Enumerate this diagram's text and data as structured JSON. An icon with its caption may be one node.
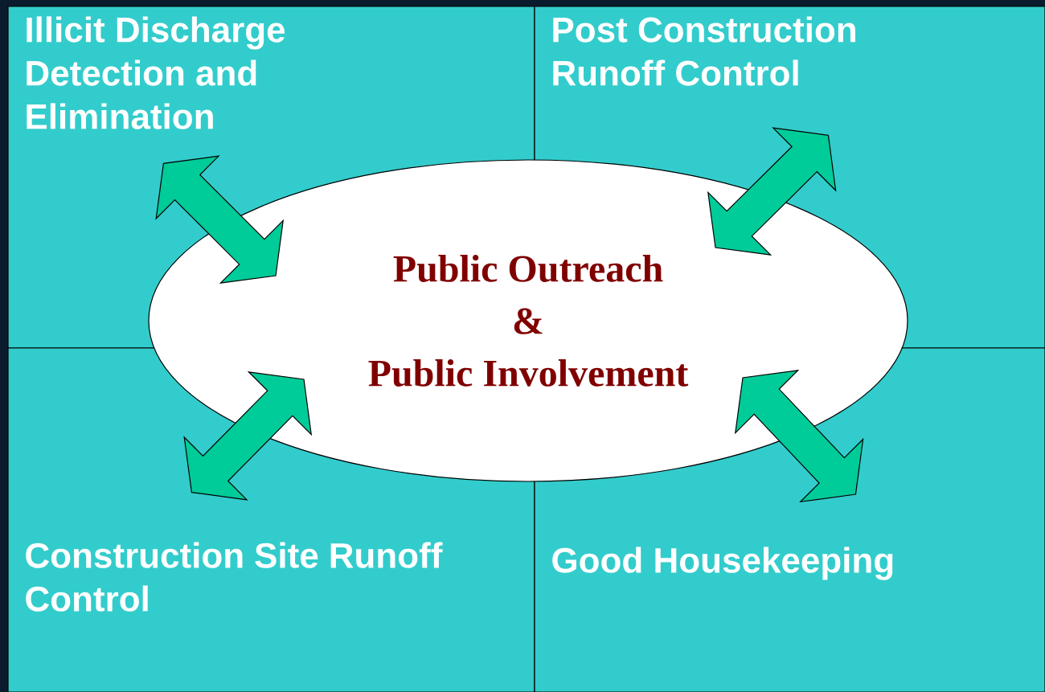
{
  "diagram": {
    "nodes": [
      {
        "text": [
          "Illicit Discharge Detection and Elimination"
        ]
      },
      {
        "text": [
          "Post Construction Runoff Control"
        ]
      },
      {
        "text": [
          "Construction Site Runoff Control"
        ]
      },
      {
        "text": [
          "Good Housekeeping"
        ]
      },
      {
        "text": [
          "Public Outreach",
          "&",
          "Public Involvement"
        ]
      }
    ],
    "edges": [
      {
        "from": 0,
        "to": 4,
        "arrow": "both"
      },
      {
        "from": 1,
        "to": 4,
        "arrow": "both"
      },
      {
        "from": 2,
        "to": 4,
        "arrow": "both"
      },
      {
        "from": 3,
        "to": 4,
        "arrow": "both"
      }
    ]
  }
}
